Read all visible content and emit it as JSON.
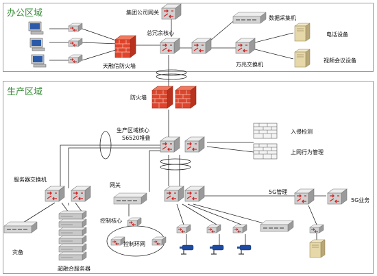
{
  "zones": {
    "office": "办公区域",
    "production": "生产区域"
  },
  "labels": {
    "group_gateway": "集团公司网关",
    "redundant_core": "总冗余核心",
    "firewall_office": "天融信防火墙",
    "data_collector": "数据采集机",
    "phone": "电话设备",
    "video_conf": "视频会议设备",
    "gigabit_switch": "万兆交换机",
    "firewall_prod": "防火墙",
    "prod_core_1": "生产区域核心",
    "prod_core_2": "S6520堆叠",
    "intrusion": "入侵检测",
    "behavior_mgmt": "上网行为管理",
    "server_switch": "服务器交换机",
    "gateway": "网关",
    "control_core": "控制核心",
    "control_ring": "控制环网",
    "backup": "灾备",
    "hyper_server": "超融合服务器",
    "mgmt_5g": "5G管理",
    "biz_5g": "5G业务"
  },
  "colors": {
    "switch_top": "#e4e4e4",
    "switch_front": "#b8b8b8",
    "arrow": "#d42020",
    "firewall": "#e0442c",
    "zone_title": "#3b8f3b"
  }
}
